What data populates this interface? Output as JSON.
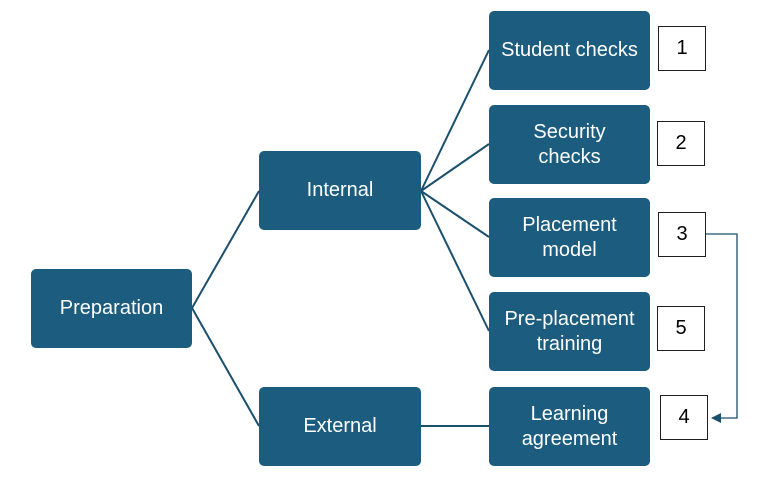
{
  "nodes": {
    "preparation": "Preparation",
    "internal": "Internal",
    "external": "External",
    "student_checks": "Student checks",
    "security_checks": "Security checks",
    "placement_model": "Placement model",
    "pre_placement_training": "Pre-placement training",
    "learning_agreement": "Learning agreement"
  },
  "numbers": {
    "student_checks": "1",
    "security_checks": "2",
    "placement_model": "3",
    "pre_placement_training": "5",
    "learning_agreement": "4"
  },
  "colors": {
    "box_fill": "#1b5c7f",
    "connector": "#1b4f6e"
  }
}
